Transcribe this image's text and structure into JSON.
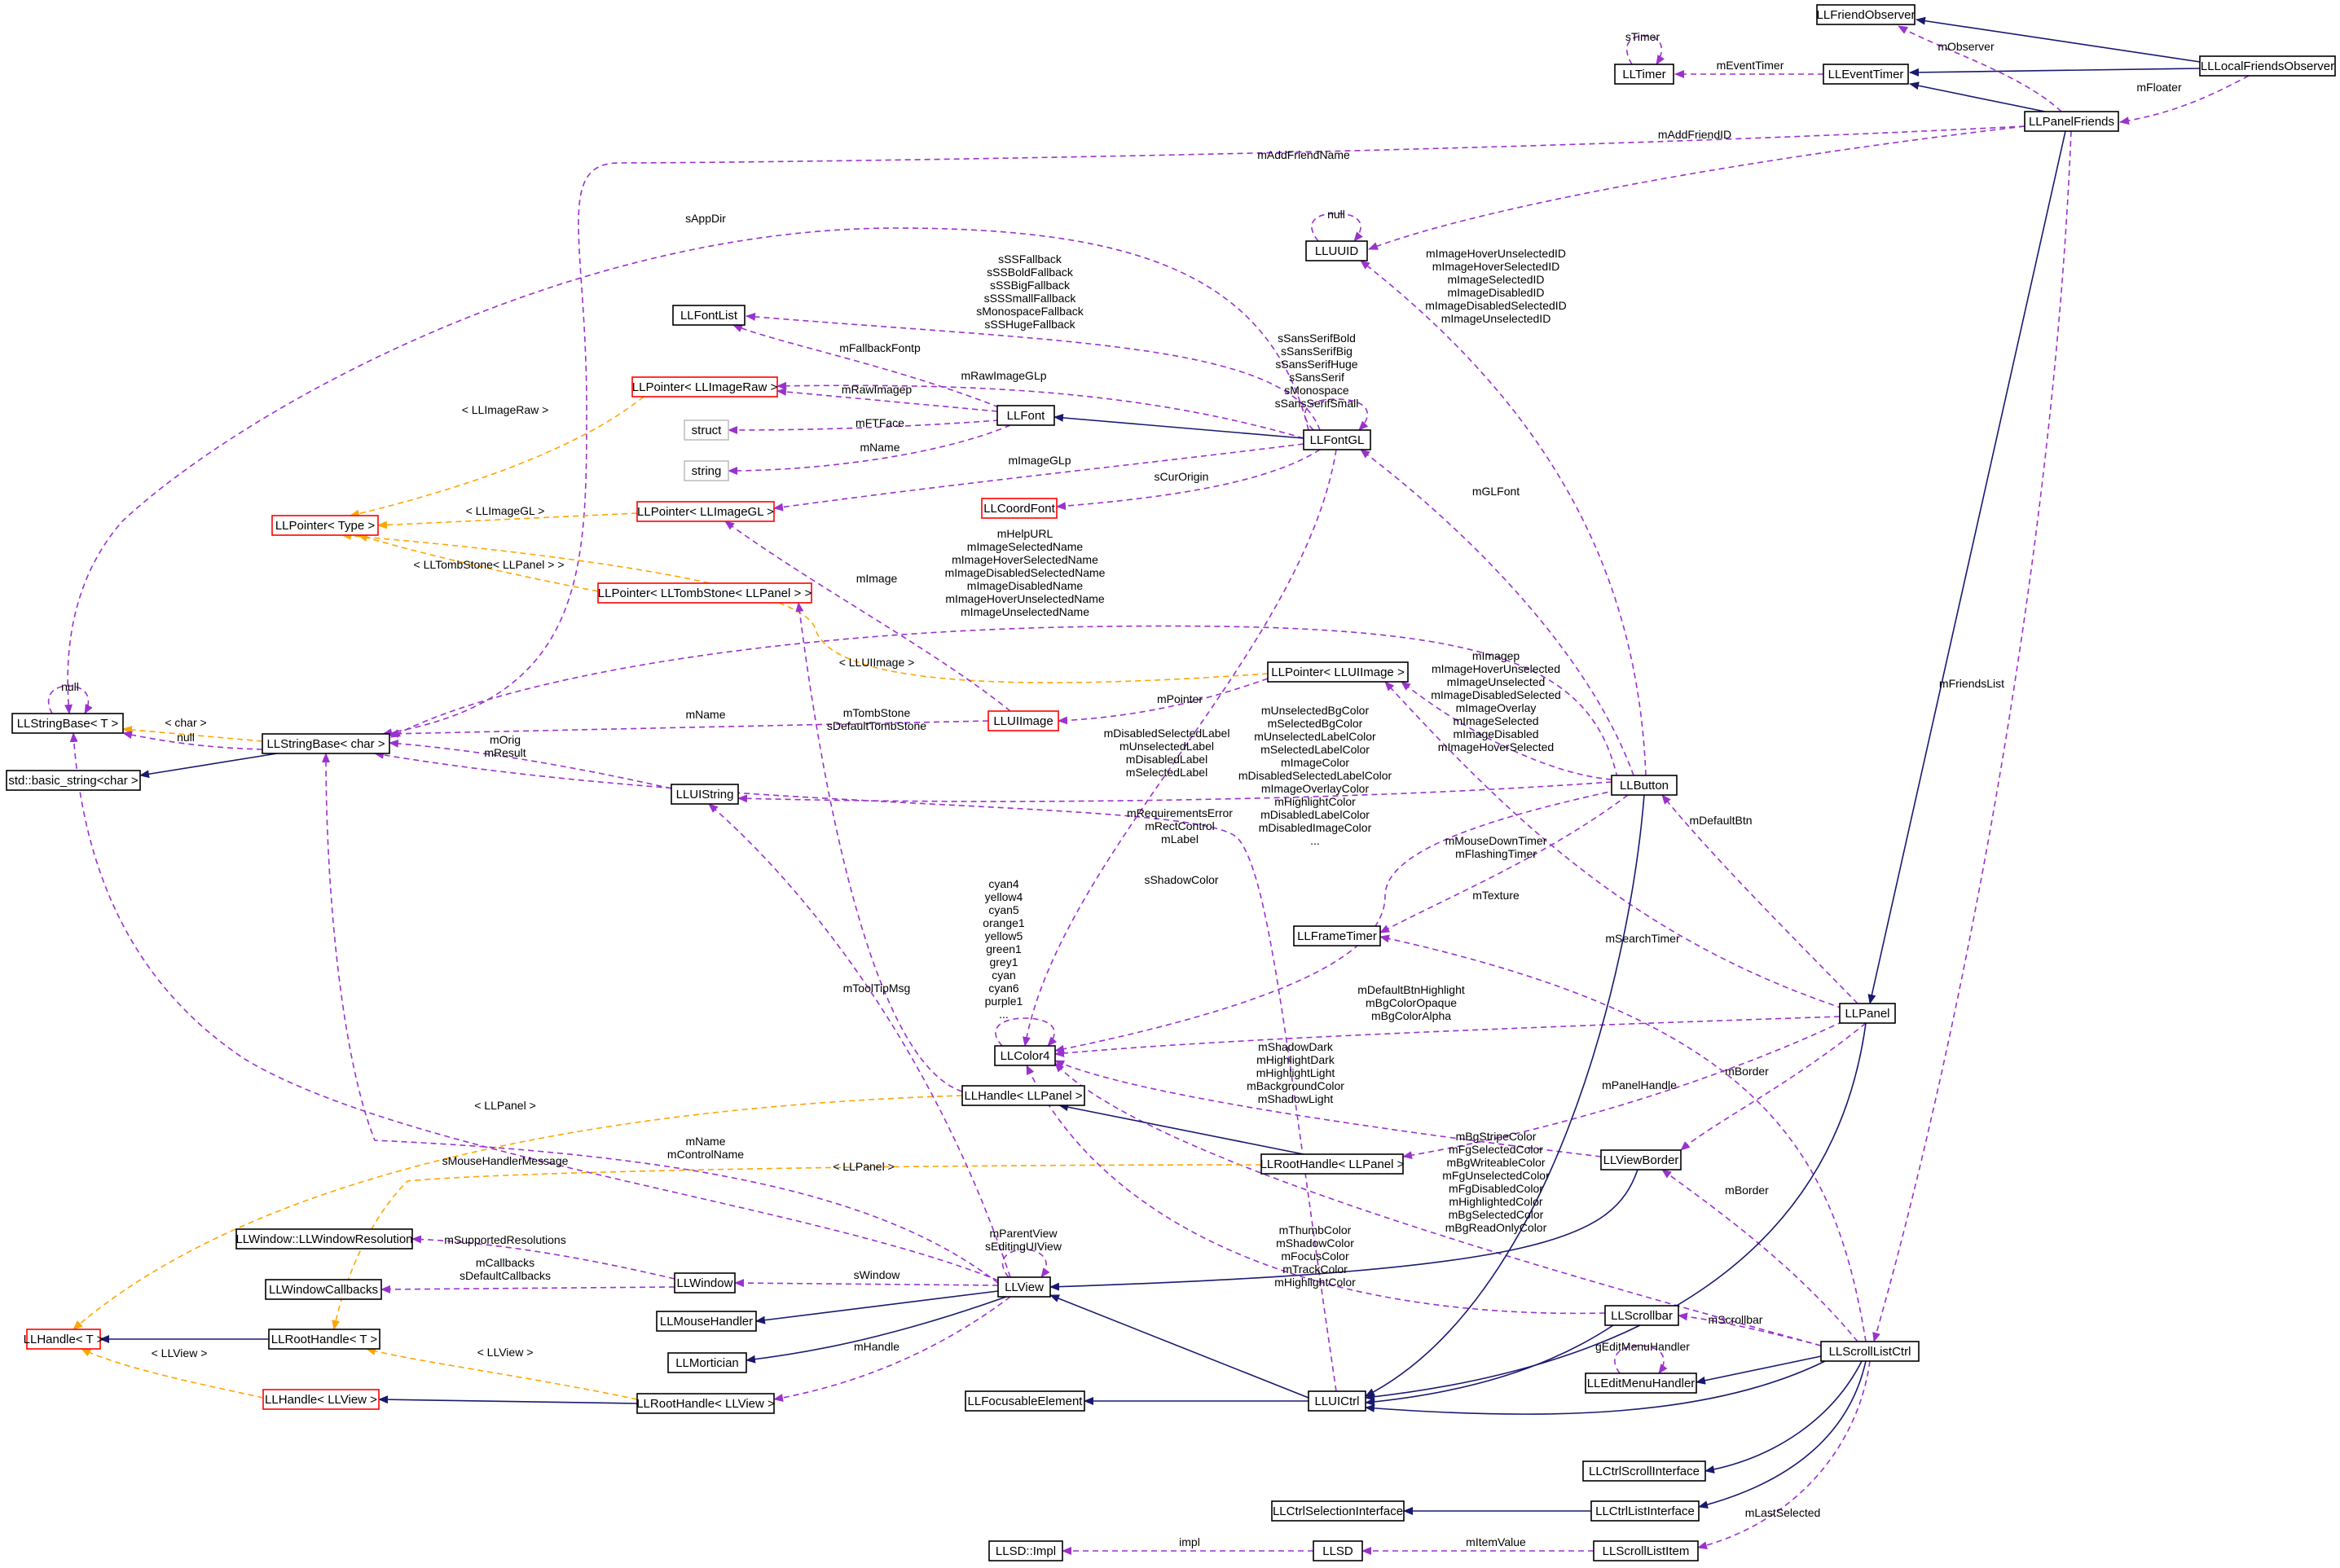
{
  "colors": {
    "inherit": "#191970",
    "usage": "#9a32cd",
    "template": "#ffa500",
    "normal_border": "#000000",
    "undocumented_border": "#ff0000",
    "external_border": "#bfbfbf",
    "focus_fill": "#bfbfbf"
  },
  "nodes": [
    {
      "id": "LLFriendObserver",
      "label": "LLFriendObserver",
      "style": "normal"
    },
    {
      "id": "LLLocalFriendsObserver",
      "label": "LLLocalFriendsObserver",
      "style": "focus"
    },
    {
      "id": "LLTimer",
      "label": "LLTimer",
      "style": "normal"
    },
    {
      "id": "LLEventTimer",
      "label": "LLEventTimer",
      "style": "normal"
    },
    {
      "id": "LLPanelFriends",
      "label": "LLPanelFriends",
      "style": "normal"
    },
    {
      "id": "LLUUID",
      "label": "LLUUID",
      "style": "normal"
    },
    {
      "id": "LLFontList",
      "label": "LLFontList",
      "style": "normal"
    },
    {
      "id": "LLPointerImageRaw",
      "label": "LLPointer< LLImageRaw >",
      "style": "undocumented"
    },
    {
      "id": "struct",
      "label": "struct",
      "style": "external"
    },
    {
      "id": "string",
      "label": "string",
      "style": "external"
    },
    {
      "id": "LLFont",
      "label": "LLFont",
      "style": "normal"
    },
    {
      "id": "LLFontGL",
      "label": "LLFontGL",
      "style": "normal"
    },
    {
      "id": "LLCoordFont",
      "label": "LLCoordFont",
      "style": "undocumented"
    },
    {
      "id": "LLPointerType",
      "label": "LLPointer< Type >",
      "style": "undocumented"
    },
    {
      "id": "LLPointerImageGL",
      "label": "LLPointer< LLImageGL >",
      "style": "undocumented"
    },
    {
      "id": "LLPointerTombStone",
      "label": "LLPointer< LLTombStone< LLPanel > >",
      "style": "undocumented"
    },
    {
      "id": "LLPointerUIImage",
      "label": "LLPointer< LLUIImage >",
      "style": "normal"
    },
    {
      "id": "LLStringBaseT",
      "label": "LLStringBase< T >",
      "style": "normal"
    },
    {
      "id": "LLStringBaseChar",
      "label": "LLStringBase< char >",
      "style": "normal"
    },
    {
      "id": "LLUIImage",
      "label": "LLUIImage",
      "style": "undocumented"
    },
    {
      "id": "stdBasicString",
      "label": "std::basic_string<char >",
      "style": "normal"
    },
    {
      "id": "LLUIString",
      "label": "LLUIString",
      "style": "normal"
    },
    {
      "id": "LLButton",
      "label": "LLButton",
      "style": "normal"
    },
    {
      "id": "LLFrameTimer",
      "label": "LLFrameTimer",
      "style": "normal"
    },
    {
      "id": "LLPanel",
      "label": "LLPanel",
      "style": "normal"
    },
    {
      "id": "LLColor4",
      "label": "LLColor4",
      "style": "normal"
    },
    {
      "id": "LLHandlePanel",
      "label": "LLHandle< LLPanel >",
      "style": "normal"
    },
    {
      "id": "LLViewBorder",
      "label": "LLViewBorder",
      "style": "normal"
    },
    {
      "id": "LLRootHandlePanel",
      "label": "LLRootHandle< LLPanel >",
      "style": "normal"
    },
    {
      "id": "LLWindowResolution",
      "label": "LLWindow::LLWindowResolution",
      "style": "normal"
    },
    {
      "id": "LLWindow",
      "label": "LLWindow",
      "style": "normal"
    },
    {
      "id": "LLView",
      "label": "LLView",
      "style": "normal"
    },
    {
      "id": "LLWindowCallbacks",
      "label": "LLWindowCallbacks",
      "style": "normal"
    },
    {
      "id": "LLMouseHandler",
      "label": "LLMouseHandler",
      "style": "normal"
    },
    {
      "id": "LLScrollbar",
      "label": "LLScrollbar",
      "style": "normal"
    },
    {
      "id": "LLHandleT",
      "label": "LLHandle< T >",
      "style": "undocumented"
    },
    {
      "id": "LLRootHandleT",
      "label": "LLRootHandle< T >",
      "style": "normal"
    },
    {
      "id": "LLMortician",
      "label": "LLMortician",
      "style": "normal"
    },
    {
      "id": "LLEditMenuHandler",
      "label": "LLEditMenuHandler",
      "style": "normal"
    },
    {
      "id": "LLScrollListCtrl",
      "label": "LLScrollListCtrl",
      "style": "normal"
    },
    {
      "id": "LLHandleView",
      "label": "LLHandle< LLView >",
      "style": "undocumented"
    },
    {
      "id": "LLRootHandleView",
      "label": "LLRootHandle< LLView >",
      "style": "normal"
    },
    {
      "id": "LLFocusableElement",
      "label": "LLFocusableElement",
      "style": "normal"
    },
    {
      "id": "LLUICtrl",
      "label": "LLUICtrl",
      "style": "normal"
    },
    {
      "id": "LLCtrlScrollInterface",
      "label": "LLCtrlScrollInterface",
      "style": "normal"
    },
    {
      "id": "LLCtrlSelectionInterface",
      "label": "LLCtrlSelectionInterface",
      "style": "normal"
    },
    {
      "id": "LLCtrlListInterface",
      "label": "LLCtrlListInterface",
      "style": "normal"
    },
    {
      "id": "LLSDImpl",
      "label": "LLSD::Impl",
      "style": "normal"
    },
    {
      "id": "LLSD",
      "label": "LLSD",
      "style": "normal"
    },
    {
      "id": "LLScrollListItem",
      "label": "LLScrollListItem",
      "style": "normal"
    }
  ],
  "edges": [
    {
      "id": "e_timer_self",
      "kind": "usage",
      "label": "sTimer"
    },
    {
      "id": "e_eventtimer_timer",
      "kind": "usage",
      "label": "mEventTimer"
    },
    {
      "id": "e_local_friendobs",
      "kind": "inherit",
      "label": ""
    },
    {
      "id": "e_local_eventtimer",
      "kind": "inherit",
      "label": ""
    },
    {
      "id": "e_panelfriends_friendobs",
      "kind": "usage",
      "label": "mObserver"
    },
    {
      "id": "e_local_panelfriends",
      "kind": "usage",
      "label": "mFloater"
    },
    {
      "id": "e_panelfriends_eventtimer",
      "kind": "inherit",
      "label": ""
    },
    {
      "id": "e_uuid_self",
      "kind": "usage",
      "label": "null"
    },
    {
      "id": "e_panelfriends_uuid",
      "kind": "usage",
      "label": "mAddFriendID"
    },
    {
      "id": "e_panelfriends_stringchar",
      "kind": "usage",
      "label": "mAddFriendName"
    },
    {
      "id": "e_fontgl_stringt",
      "kind": "usage",
      "label": "sAppDir"
    },
    {
      "id": "e_fontgl_fontlist",
      "kind": "usage",
      "label": "sSSFallback\nsSSBoldFallback\nsSSBigFallback\nsSSSmallFallback\nsMonospaceFallback\nsSSHugeFallback"
    },
    {
      "id": "e_font_fontlist",
      "kind": "usage",
      "label": "mFallbackFontp"
    },
    {
      "id": "e_fontgl_self",
      "kind": "usage",
      "label": "sSansSerifBold\nsSansSerifBig\nsSansSerifHuge\nsSansSerif\nsMonospace\nsSansSerifSmall"
    },
    {
      "id": "e_fontgl_imageraw",
      "kind": "usage",
      "label": "mRawImageGLp"
    },
    {
      "id": "e_font_imageraw",
      "kind": "usage",
      "label": "mRawImagep"
    },
    {
      "id": "e_font_struct",
      "kind": "usage",
      "label": "mFTFace"
    },
    {
      "id": "e_font_string",
      "kind": "usage",
      "label": "mName"
    },
    {
      "id": "e_fontgl_font",
      "kind": "inherit",
      "label": ""
    },
    {
      "id": "e_fontgl_imagegl",
      "kind": "usage",
      "label": "mImageGLp"
    },
    {
      "id": "e_fontgl_coordfont",
      "kind": "usage",
      "label": "sCurOrigin"
    },
    {
      "id": "e_imageraw_ptrtype",
      "kind": "template",
      "label": "< LLImageRaw >"
    },
    {
      "id": "e_imagegl_ptrtype",
      "kind": "template",
      "label": "< LLImageGL >"
    },
    {
      "id": "e_tombstone_ptrtype",
      "kind": "template",
      "label": "< LLTombStone< LLPanel > >"
    },
    {
      "id": "e_uiimageptr_ptrtype",
      "kind": "template",
      "label": "< LLUIImage >"
    },
    {
      "id": "e_button_uuid",
      "kind": "usage",
      "label": "mImageHoverUnselectedID\nmImageHoverSelectedID\nmImageSelectedID\nmImageDisabledID\nmImageDisabledSelectedID\nmImageUnselectedID"
    },
    {
      "id": "e_button_fontgl",
      "kind": "usage",
      "label": "mGLFont"
    },
    {
      "id": "e_button_stringchar",
      "kind": "usage",
      "label": "mHelpURL\nmImageSelectedName\nmImageHoverSelectedName\nmImageDisabledSelectedName\nmImageDisabledName\nmImageHoverUnselectedName\nmImageUnselectedName"
    },
    {
      "id": "e_uiimage_imagegl",
      "kind": "usage",
      "label": "mImage"
    },
    {
      "id": "e_uiimage_stringchar",
      "kind": "usage",
      "label": "mName"
    },
    {
      "id": "e_uiimageptr_uiimage",
      "kind": "usage",
      "label": "mPointer"
    },
    {
      "id": "e_button_uiimageptr",
      "kind": "usage",
      "label": "mImagep\nmImageHoverUnselected\nmImageUnselected\nmImageDisabledSelected\nmImageOverlay\nmImageSelected\nmImageDisabled\nmImageHoverSelected"
    },
    {
      "id": "e_stringt_self",
      "kind": "usage",
      "label": "null"
    },
    {
      "id": "e_stringchar_stringt",
      "kind": "template",
      "label": "< char >"
    },
    {
      "id": "e_stringchar_stringt_null",
      "kind": "usage",
      "label": "null"
    },
    {
      "id": "e_stringchar_basic",
      "kind": "inherit",
      "label": ""
    },
    {
      "id": "e_uistring_stringchar",
      "kind": "usage",
      "label": "mOrig\nmResult"
    },
    {
      "id": "e_button_uistring",
      "kind": "usage",
      "label": "mDisabledSelectedLabel\nmUnselectedLabel\nmDisabledLabel\nmSelectedLabel"
    },
    {
      "id": "e_handlepanel_tombstone",
      "kind": "usage",
      "label": "mTombStone\nsDefaultTombStone"
    },
    {
      "id": "e_button_color",
      "kind": "usage",
      "label": "mUnselectedBgColor\nmSelectedBgColor\nmUnselectedLabelColor\nmSelectedLabelColor\nmImageColor\nmDisabledSelectedLabelColor\nmImageOverlayColor\nmHighlightColor\nmDisabledLabelColor\nmDisabledImageColor\n..."
    },
    {
      "id": "e_uictrl_stringchar",
      "kind": "usage",
      "label": "mRequirementsError\nmRectControl\nmLabel"
    },
    {
      "id": "e_fontgl_color",
      "kind": "usage",
      "label": "sShadowColor"
    },
    {
      "id": "e_button_frametimer",
      "kind": "usage",
      "label": "mMouseDownTimer\nmFlashingTimer"
    },
    {
      "id": "e_scrolllist_frametimer",
      "kind": "usage",
      "label": "mSearchTimer"
    },
    {
      "id": "e_color_self",
      "kind": "usage",
      "label": "cyan4\nyellow4\ncyan5\norange1\nyellow5\ngreen1\ngrey1\ncyan\ncyan6\npurple1\n..."
    },
    {
      "id": "e_panel_button",
      "kind": "usage",
      "label": "mDefaultBtn"
    },
    {
      "id": "e_panel_color",
      "kind": "usage",
      "label": "mDefaultBtnHighlight\nmBgColorOpaque\nmBgColorAlpha"
    },
    {
      "id": "e_panel_uiimageptr",
      "kind": "usage",
      "label": "mTexture"
    },
    {
      "id": "e_panelfriends_panel",
      "kind": "inherit",
      "label": ""
    },
    {
      "id": "e_panelfriends_scrolllist",
      "kind": "usage",
      "label": "mFriendsList"
    },
    {
      "id": "e_viewborder_color",
      "kind": "usage",
      "label": "mShadowDark\nmHighlightDark\nmHighlightLight\nmBackgroundColor\nmShadowLight"
    },
    {
      "id": "e_panel_roothandlepanel",
      "kind": "usage",
      "label": "mPanelHandle"
    },
    {
      "id": "e_panel_viewborder",
      "kind": "usage",
      "label": "mBorder"
    },
    {
      "id": "e_scrolllist_viewborder",
      "kind": "usage",
      "label": "mBorder"
    },
    {
      "id": "e_scrolllist_color",
      "kind": "usage",
      "label": "mBgStripeColor\nmFgSelectedColor\nmBgWriteableColor\nmFgUnselectedColor\nmFgDisabledColor\nmHighlightedColor\nmBgSelectedColor\nmBgReadOnlyColor"
    },
    {
      "id": "e_roothandlepanel_handlepanel",
      "kind": "inherit",
      "label": ""
    },
    {
      "id": "e_handlepanel_handlet",
      "kind": "template",
      "label": "< LLPanel >"
    },
    {
      "id": "e_roothandlepanel_roothandlet",
      "kind": "template",
      "label": "< LLPanel >"
    },
    {
      "id": "e_view_stringchar",
      "kind": "usage",
      "label": "mName\nmControlName"
    },
    {
      "id": "e_view_stringt",
      "kind": "usage",
      "label": "sMouseHandlerMessage"
    },
    {
      "id": "e_view_uistring",
      "kind": "usage",
      "label": "mToolTipMsg"
    },
    {
      "id": "e_view_self",
      "kind": "usage",
      "label": "mParentView\nsEditingUIView"
    },
    {
      "id": "e_window_resolution",
      "kind": "usage",
      "label": "mSupportedResolutions"
    },
    {
      "id": "e_window_callbacks",
      "kind": "usage",
      "label": "mCallbacks\nsDefaultCallbacks"
    },
    {
      "id": "e_view_window",
      "kind": "usage",
      "label": "sWindow"
    },
    {
      "id": "e_view_mousehandler",
      "kind": "inherit",
      "label": ""
    },
    {
      "id": "e_view_mortician",
      "kind": "inherit",
      "label": ""
    },
    {
      "id": "e_viewborder_view",
      "kind": "inherit",
      "label": ""
    },
    {
      "id": "e_scrollbar_color",
      "kind": "usage",
      "label": "mThumbColor\nmShadowColor\nmFocusColor\nmTrackColor\nmHighlightColor"
    },
    {
      "id": "e_roothandlet_handlet",
      "kind": "inherit",
      "label": ""
    },
    {
      "id": "e_handleview_handlet",
      "kind": "template",
      "label": "< LLView >"
    },
    {
      "id": "e_roothandleview_roothandlet",
      "kind": "template",
      "label": "< LLView >"
    },
    {
      "id": "e_view_roothandleview",
      "kind": "usage",
      "label": "mHandle"
    },
    {
      "id": "e_roothandleview_handleview",
      "kind": "inherit",
      "label": ""
    },
    {
      "id": "e_uictrl_view",
      "kind": "inherit",
      "label": ""
    },
    {
      "id": "e_uictrl_focusable",
      "kind": "inherit",
      "label": ""
    },
    {
      "id": "e_button_uictrl",
      "kind": "inherit",
      "label": ""
    },
    {
      "id": "e_panel_uictrl",
      "kind": "inherit",
      "label": ""
    },
    {
      "id": "e_scrollbar_uictrl",
      "kind": "inherit",
      "label": ""
    },
    {
      "id": "e_scrolllist_scrollbar",
      "kind": "usage",
      "label": "mScrollbar"
    },
    {
      "id": "e_editmenu_self",
      "kind": "usage",
      "label": "gEditMenuHandler"
    },
    {
      "id": "e_scrolllist_editmenu",
      "kind": "inherit",
      "label": ""
    },
    {
      "id": "e_scrolllist_uictrl",
      "kind": "inherit",
      "label": ""
    },
    {
      "id": "e_scrolllist_ctrlscroll",
      "kind": "inherit",
      "label": ""
    },
    {
      "id": "e_scrolllist_ctrllist",
      "kind": "inherit",
      "label": ""
    },
    {
      "id": "e_ctrllist_ctrlselection",
      "kind": "inherit",
      "label": ""
    },
    {
      "id": "e_scrolllist_listitem",
      "kind": "usage",
      "label": "mLastSelected"
    },
    {
      "id": "e_sd_impl",
      "kind": "usage",
      "label": "impl"
    },
    {
      "id": "e_listitem_sd",
      "kind": "usage",
      "label": "mItemValue"
    }
  ]
}
